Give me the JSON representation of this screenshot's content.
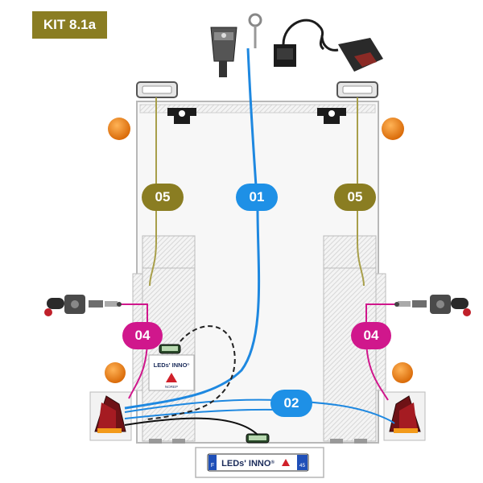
{
  "kit_label": "KIT 8.1a",
  "labels": {
    "cable_01": "01",
    "cable_02": "02",
    "cable_04_left": "04",
    "cable_04_right": "04",
    "cable_05_left": "05",
    "cable_05_right": "05"
  },
  "plate_text": "LEDs' INNO",
  "plate_country": "F",
  "plate_number": "45",
  "card_brand": "LEDs' INNO",
  "card_sub": "NOREP",
  "colors": {
    "kit_badge": "#8a7d22",
    "cable_blue": "#1e90e6",
    "cable_olive": "#8a7d22",
    "cable_magenta": "#d0178c",
    "cable_black": "#111111",
    "reflector_orange": "#e87a10",
    "reflector_red": "#b0121a"
  },
  "icons": {
    "connector": "trailer-plug-icon",
    "socket": "socket-icon",
    "ring": "ground-ring-icon",
    "side_marker": "side-marker-lamp-icon",
    "rear_lamp": "rear-triangle-lamp-icon",
    "plate_lamp": "plate-lamp-icon"
  }
}
